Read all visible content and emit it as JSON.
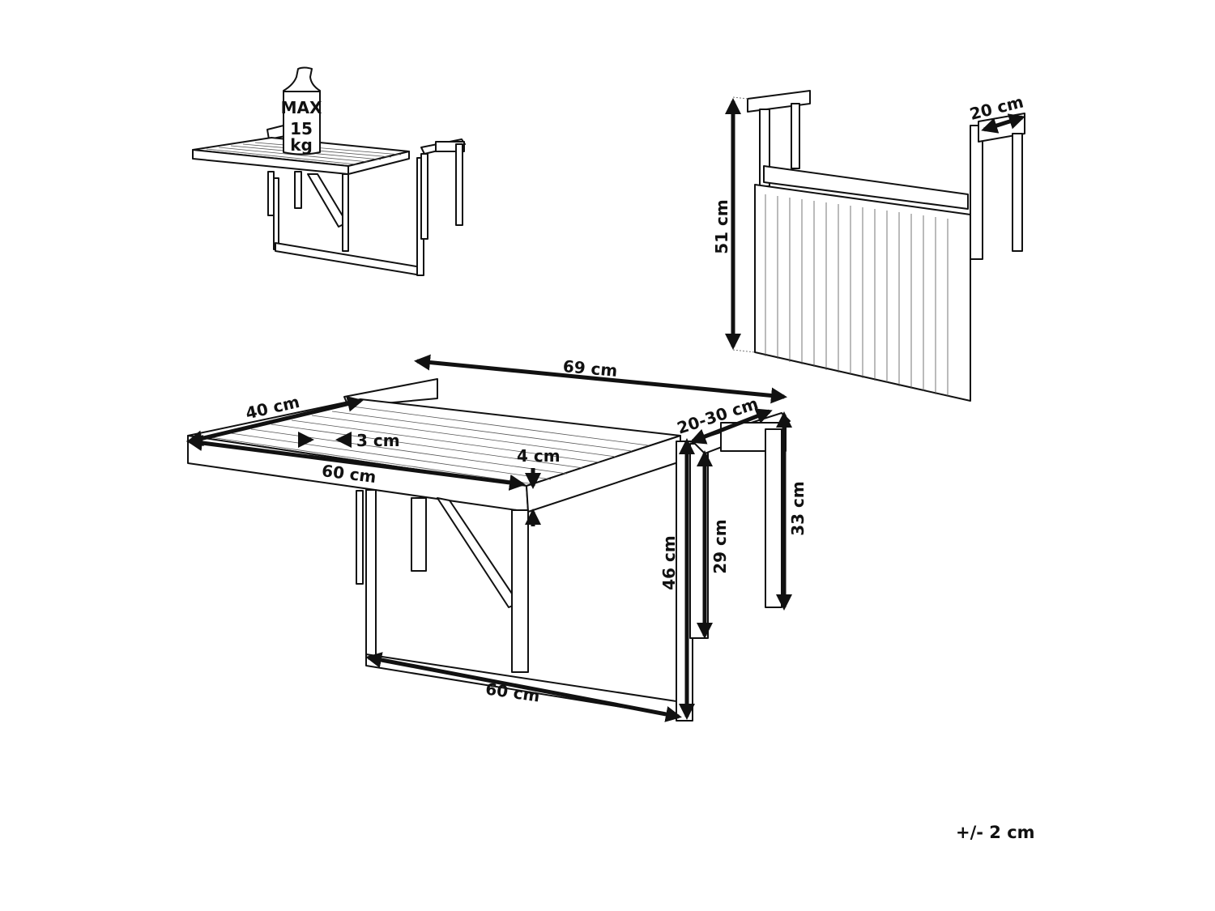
{
  "diagram": {
    "type": "product-dimension-drawing",
    "subject": "foldable balcony hanging table",
    "views": [
      {
        "name": "loaded-view",
        "labels": {
          "weight_line1": "MAX",
          "weight_line2": "15",
          "weight_line3": "kg"
        }
      },
      {
        "name": "folded-view",
        "labels": {
          "folded_height": "51 cm",
          "hook_depth": "20 cm"
        }
      },
      {
        "name": "main-view",
        "labels": {
          "overall_width": "69 cm",
          "depth": "40 cm",
          "slat_width": "3 cm",
          "table_width": "60 cm",
          "top_thickness": "4 cm",
          "hook_range": "20-30 cm",
          "total_height": "46 cm",
          "bracket_height": "29 cm",
          "hook_leg_height": "33 cm",
          "frame_width": "60 cm"
        }
      }
    ],
    "tolerance_note": "+/- 2 cm",
    "colors": {
      "line": "#111111",
      "background": "#ffffff"
    }
  }
}
